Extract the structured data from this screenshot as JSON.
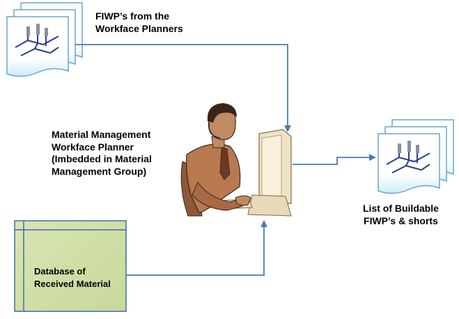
{
  "diagram": {
    "source_docs": {
      "icon": "document-stack-icon",
      "label_lines": [
        "FIWP’s from the",
        "Workface Planners"
      ]
    },
    "planner": {
      "icon": "person-at-computer-icon",
      "label_lines": [
        "Material Management",
        "Workface Planner",
        "(Imbedded in Material",
        "Management Group)"
      ]
    },
    "output_docs": {
      "icon": "document-stack-icon",
      "label_lines": [
        "List of Buildable",
        "FIWP’s & shorts"
      ]
    },
    "database": {
      "icon": "database-table-icon",
      "label_lines": [
        "Database of",
        "Received Material"
      ]
    },
    "colors": {
      "arrow": "#4a7ab5",
      "doc_border": "#6aa6cc",
      "doc_bottom": "#c9ecf7",
      "database_fill": "#d2dfa8",
      "database_border": "#3a6ea5",
      "skin": "#c08a63",
      "shirt": "#b8794f"
    }
  }
}
